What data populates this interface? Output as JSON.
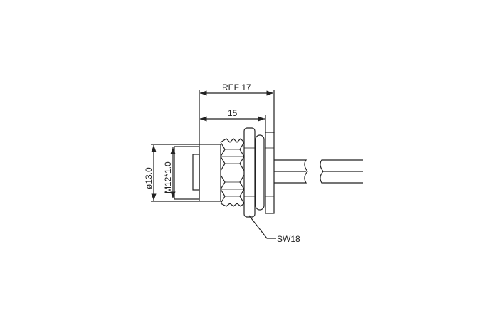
{
  "drawing": {
    "dimensions": {
      "overall_length": "REF 17",
      "body_length": "15",
      "outer_diameter": "ø13.0",
      "thread": "M12*1.0",
      "wrench_size": "SW18"
    },
    "line_color": "#222222"
  }
}
